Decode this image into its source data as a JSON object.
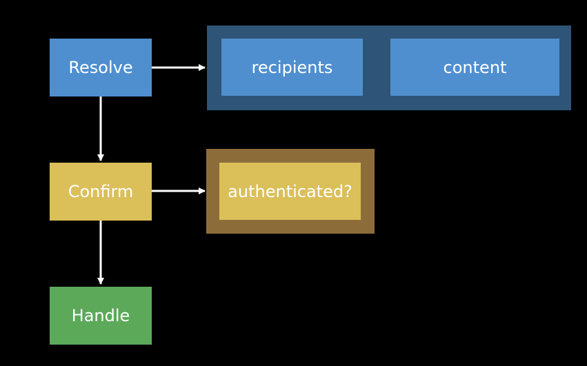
{
  "diagram": {
    "steps": [
      {
        "label": "Resolve"
      },
      {
        "label": "Confirm"
      },
      {
        "label": "Handle"
      }
    ],
    "resolve_group": {
      "items": [
        {
          "label": "recipients"
        },
        {
          "label": "content"
        }
      ]
    },
    "confirm_group": {
      "items": [
        {
          "label": "authenticated?"
        }
      ]
    }
  },
  "colors": {
    "background": "#000000",
    "resolve": "#4f8fd0",
    "resolve_group_bg": "#2e5477",
    "confirm": "#dbbf59",
    "confirm_group_bg": "#8c6d3a",
    "handle": "#5ca95a",
    "arrow": "#ffffff"
  }
}
